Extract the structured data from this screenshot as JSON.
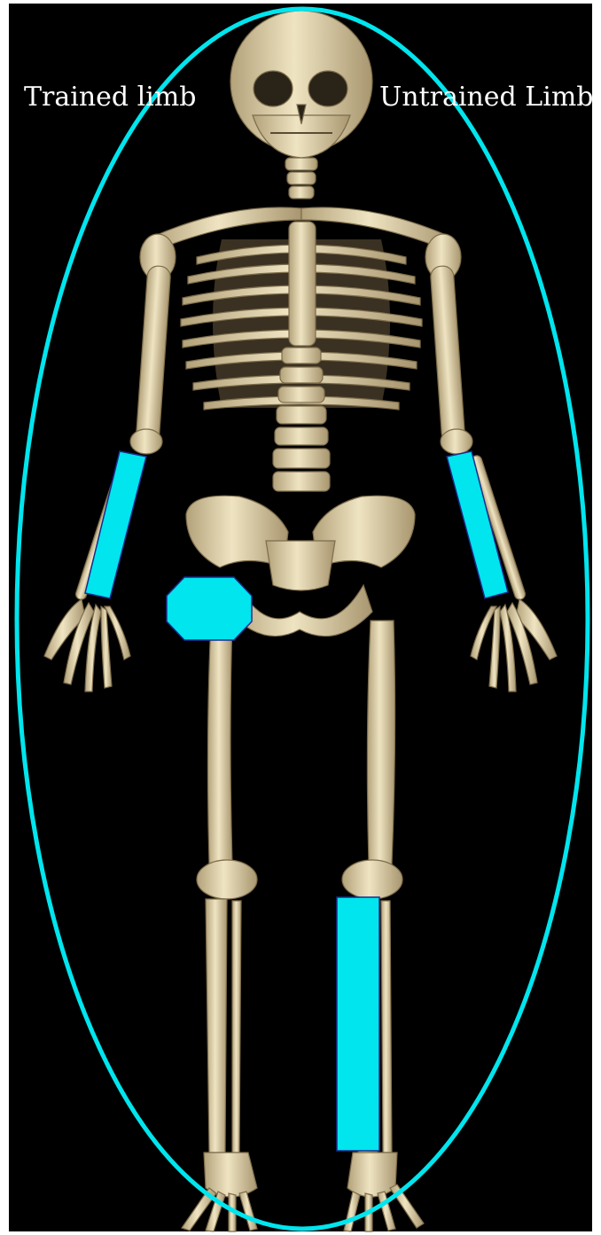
{
  "labels": {
    "left": "Trained limb",
    "right": "Untrained Limb"
  },
  "colors": {
    "background": "#000000",
    "highlight": "#00e5ee",
    "highlight_outline": "#1c2a8c",
    "bone": "#e4d7b0",
    "bone_shadow": "#b3a27a",
    "text": "#ffffff"
  },
  "markers": [
    "trained-forearm",
    "trained-thigh",
    "untrained-forearm",
    "untrained-shin"
  ]
}
